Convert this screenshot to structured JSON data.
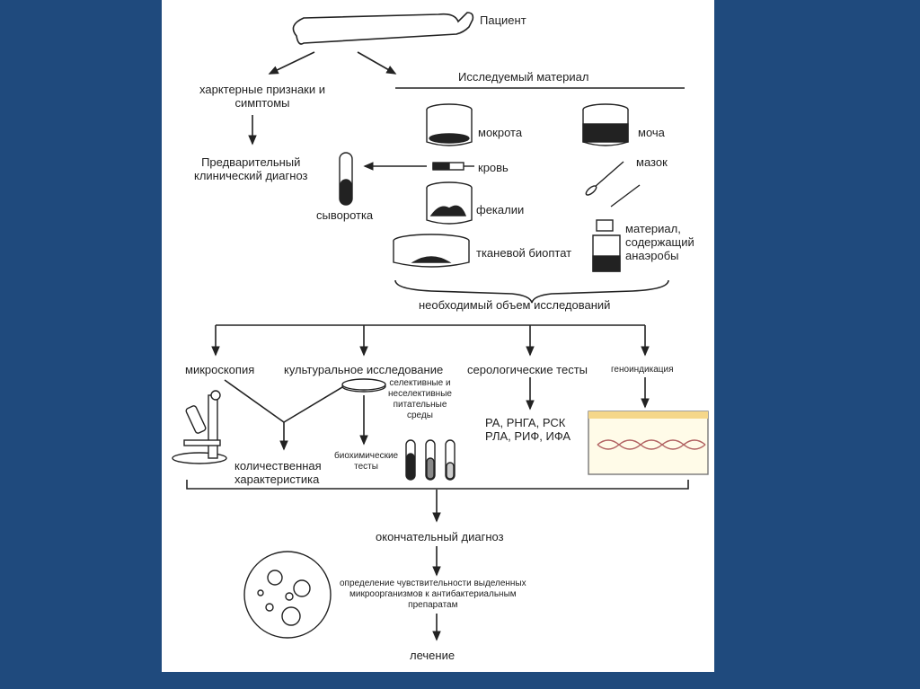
{
  "labels": {
    "patient": "Пациент",
    "material": "Исследуемый материал",
    "symptoms": "харктерные признаки и\nсимптомы",
    "prelim": "Предварительный\nклинический диагноз",
    "serum": "сыворотка",
    "sputum": "мокрота",
    "urine": "моча",
    "smear": "мазок",
    "blood": "кровь",
    "feces": "фекалии",
    "biopsy": "тканевой биоптат",
    "anaerobes": "материал,\nсодержащий\nанаэробы",
    "volume": "необходимый объем исследований",
    "microscopy": "микроскопия",
    "culture": "культуральное исследование",
    "serology": "серологические тесты",
    "geno": "геноиндикация",
    "media": "селективные и\nнеселективные\nпитательные\nсреды",
    "biochem": "биохимические\nтесты",
    "quant": "количественная\nхарактеристика",
    "tests": "РА, РНГА, РСК\nРЛА, РИФ, ИФА",
    "final": "окончательный диагноз",
    "sensitivity": "определение чувствительности выделенных\nмикроорганизмов к антибактериальным\nпрепаратам",
    "treatment": "лечение"
  },
  "colors": {
    "background": "#1f4a7d",
    "panel": "#ffffff",
    "ink": "#222222"
  }
}
